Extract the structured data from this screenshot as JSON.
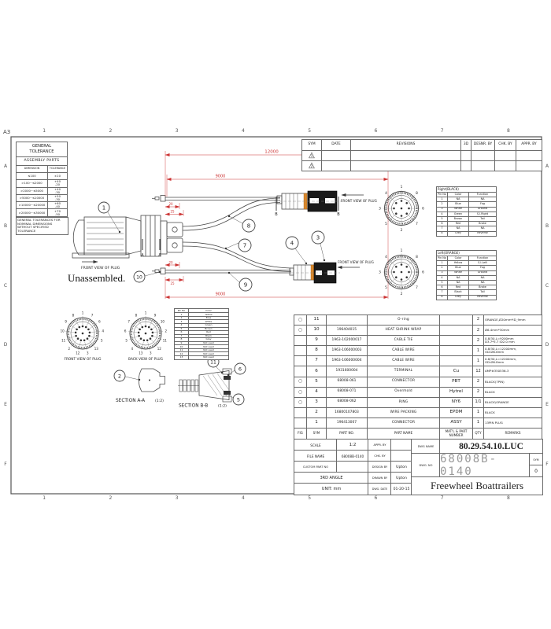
{
  "colors": {
    "line": "#4a4a4a",
    "dimension": "#cc3333",
    "orange_ring": "#d8882e",
    "black_part": "#1a1a1a"
  },
  "sheet": {
    "format": "A3",
    "zones_h": [
      "1",
      "2",
      "3",
      "4",
      "5",
      "6",
      "7",
      "8"
    ],
    "zones_v": [
      "A",
      "B",
      "C",
      "D",
      "E",
      "F"
    ]
  },
  "tolerance": {
    "title": "GENERAL\nTOLERANCE",
    "subtitle": "ASSEMBLY PARTS",
    "headers": [
      "DIMENSION",
      "TOLERANCE"
    ],
    "rows": [
      [
        "≤100",
        "±10"
      ],
      [
        ">100~≤2000",
        "+40\n-20"
      ],
      [
        ">2000~≤5000",
        "+40\n-30"
      ],
      [
        ">5000~≤10000",
        "+50\n-30"
      ],
      [
        ">10000~≤20000",
        "+60\n-40"
      ],
      [
        ">20000~≤30000",
        "+70\n-50"
      ],
      [
        ">30000",
        "+80\n-60"
      ]
    ],
    "note": "GENERAL TOLERANCES FOR NOMINAL DIMENSIONS WITHOUT SPECIFIED TOLERANCE"
  },
  "revisions": {
    "headers": [
      "SYM",
      "DATE",
      "REVISIONS",
      "3D",
      "DESNR. BY",
      "CHK. BY",
      "APPR. BY"
    ],
    "row_syms": [
      "1",
      "2"
    ]
  },
  "plug_right": {
    "title": "Right(BLACK)",
    "headers": [
      "Pin No",
      "Color",
      "Function"
    ],
    "rows": [
      [
        "1",
        "NA",
        "NA"
      ],
      [
        "2",
        "Blue",
        "Fog"
      ],
      [
        "3",
        "White",
        "Ground"
      ],
      [
        "4",
        "Green",
        "S.I.Right"
      ],
      [
        "5",
        "Brown",
        "Tail"
      ],
      [
        "6",
        "Red",
        "Brake"
      ],
      [
        "7",
        "NA",
        "NA"
      ],
      [
        "8",
        "Grey",
        "Reverse"
      ]
    ]
  },
  "plug_left": {
    "title": "Left(ORANGE)",
    "headers": [
      "Pin No",
      "Color",
      "Function"
    ],
    "rows": [
      [
        "1",
        "Yellow",
        "S.I.Left"
      ],
      [
        "2",
        "Blue",
        "Fog"
      ],
      [
        "3",
        "White",
        "Ground"
      ],
      [
        "4",
        "NA",
        "NA"
      ],
      [
        "5",
        "NA",
        "NA"
      ],
      [
        "6",
        "Red",
        "Brake"
      ],
      [
        "7",
        "Black",
        "Tail"
      ],
      [
        "8",
        "Grey",
        "Reverse"
      ]
    ]
  },
  "pin13": {
    "headers": [
      "Pin No",
      "Color"
    ],
    "rows": [
      [
        "1",
        "Yellow"
      ],
      [
        "2",
        "Blue"
      ],
      [
        "3",
        "White"
      ],
      [
        "4",
        "Green"
      ],
      [
        "5",
        "Brown"
      ],
      [
        "6",
        "Red"
      ],
      [
        "7",
        "Black"
      ],
      [
        "8",
        "Grey"
      ],
      [
        "9",
        "Not used"
      ],
      [
        "10",
        "Not used"
      ],
      [
        "11",
        "Not used"
      ],
      [
        "12",
        "Not used"
      ],
      [
        "13",
        "Not used"
      ]
    ]
  },
  "drawing": {
    "front_view_label": "FRONT VIEW OF PLUG",
    "back_view_label": "BACK VIEW OF PLUG",
    "unassembled": "Unassembled.",
    "section_aa": "SECTION A-A",
    "section_aa_scale": "(1:2)",
    "section_bb": "SECTION B-B",
    "section_bb_scale": "(1:2)",
    "mark_a": "A",
    "mark_b": "B",
    "dim_overall": "12000",
    "dim_branch_top": "9000",
    "dim_branch_bottom": "9000",
    "dim_strip1": "20",
    "dim_strip2": "25",
    "balloons": [
      "1",
      "2",
      "3",
      "4",
      "5",
      "6",
      "7",
      "8",
      "9",
      "10",
      "11"
    ],
    "pins13_front": [
      "1",
      "7",
      "6",
      "4",
      "5",
      "13",
      "3",
      "12",
      "2",
      "11",
      "10",
      "9",
      "8"
    ],
    "pins13_back": [
      "1",
      "9",
      "10",
      "2",
      "11",
      "12",
      "3",
      "13",
      "4",
      "5",
      "6",
      "7",
      "8"
    ],
    "pins8": [
      "1",
      "8",
      "6",
      "7",
      "2",
      "5",
      "3",
      "4"
    ]
  },
  "bom": {
    "headers": [
      "FIG",
      "SYM",
      "PART NO.",
      "PART NAME",
      "MAT'L & PART NUMBER",
      "QTY",
      "REMARKS"
    ],
    "rows": [
      [
        "○",
        "11",
        "",
        "O-ring",
        "",
        "2",
        "ORANGE,Ø20mm*ID_9mm"
      ],
      [
        "○",
        "10",
        "196404015",
        "HEAT SHRINK WRAP",
        "",
        "2",
        "Ø6.4mm*30mm"
      ],
      [
        "",
        "9",
        "1963-102000017",
        "CABLE TIE",
        "",
        "2",
        "0.8/30,L=9200mm\nD3.7*5.7 ID2.0 mm"
      ],
      [
        "",
        "8",
        "1963-106000003",
        "CABLE WIRE",
        "",
        "1",
        "0.8/30,L=12200mm,\nOD:Ø6.8mm"
      ],
      [
        "",
        "7",
        "1963-106000004",
        "CABLE WIRE",
        "",
        "1",
        "0.8/30,L=12200mm,\nOD:Ø6.8mm"
      ],
      [
        "",
        "6",
        "1931600004",
        "TERMINAL",
        "Cu",
        "12",
        "AMP#350536-3"
      ],
      [
        "○",
        "5",
        "68008-061",
        "CONNECTOR",
        "PBT",
        "2",
        "BLACK(7PIN)"
      ],
      [
        "○",
        "4",
        "68008-071",
        "Overmold",
        "Hytrel",
        "2",
        "BLACK"
      ],
      [
        "○",
        "3",
        "68008-062",
        "RING",
        "NY6",
        "1/1",
        "BLACK\\ORANGE"
      ],
      [
        "",
        "2",
        "16800107803",
        "WIRE PACKING",
        "EPDM",
        "1",
        "BLACK"
      ],
      [
        "",
        "1",
        "196413007",
        "CONNECTOR",
        "ASSY",
        "1",
        "13PIN PLUG"
      ]
    ]
  },
  "title_block": {
    "scale_label": "SCALE",
    "scale_value": "1:2",
    "file_name_label": "FILE NAME",
    "file_name_value": "68008B-0140",
    "custom_part_label": "CUSTOM PART NO",
    "custom_part_value": "",
    "angle_label": "3RD ANGLE",
    "unit_label": "UNIT: mm",
    "appr_by_label": "APPR. BY",
    "appr_by_value": "",
    "chk_by_label": "CHK. BY",
    "chk_by_value": "",
    "design_by_label": "DESIGN BY",
    "design_by_value": "Upton",
    "drawn_by_label": "DRAWN BY",
    "drawn_by_value": "Upton",
    "dwg_date_label": "DWG. DATE",
    "dwg_date_value": "01-20-15",
    "dwg_name_label": "DWG NAME",
    "dwg_name_value": "80.29.54.10.LUC",
    "dwg_no_label": "DWG. NO",
    "dwg_no_value": "68008B-0140",
    "sym_label": "SYM",
    "sym_value": "0",
    "company": "Freewheel Boattrailers"
  }
}
